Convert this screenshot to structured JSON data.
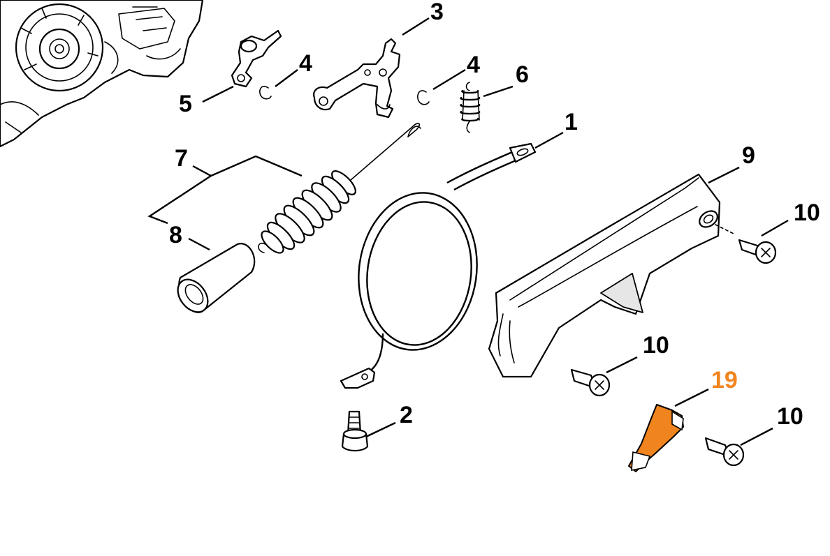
{
  "colors": {
    "line": "#000000",
    "highlight": "#f0841e",
    "background": "#ffffff"
  },
  "labels": {
    "l1": "1",
    "l2": "2",
    "l3": "3",
    "l4a": "4",
    "l4b": "4",
    "l5": "5",
    "l6": "6",
    "l7": "7",
    "l8": "8",
    "l9": "9",
    "l10a": "10",
    "l10b": "10",
    "l10c": "10",
    "l19": "19"
  }
}
